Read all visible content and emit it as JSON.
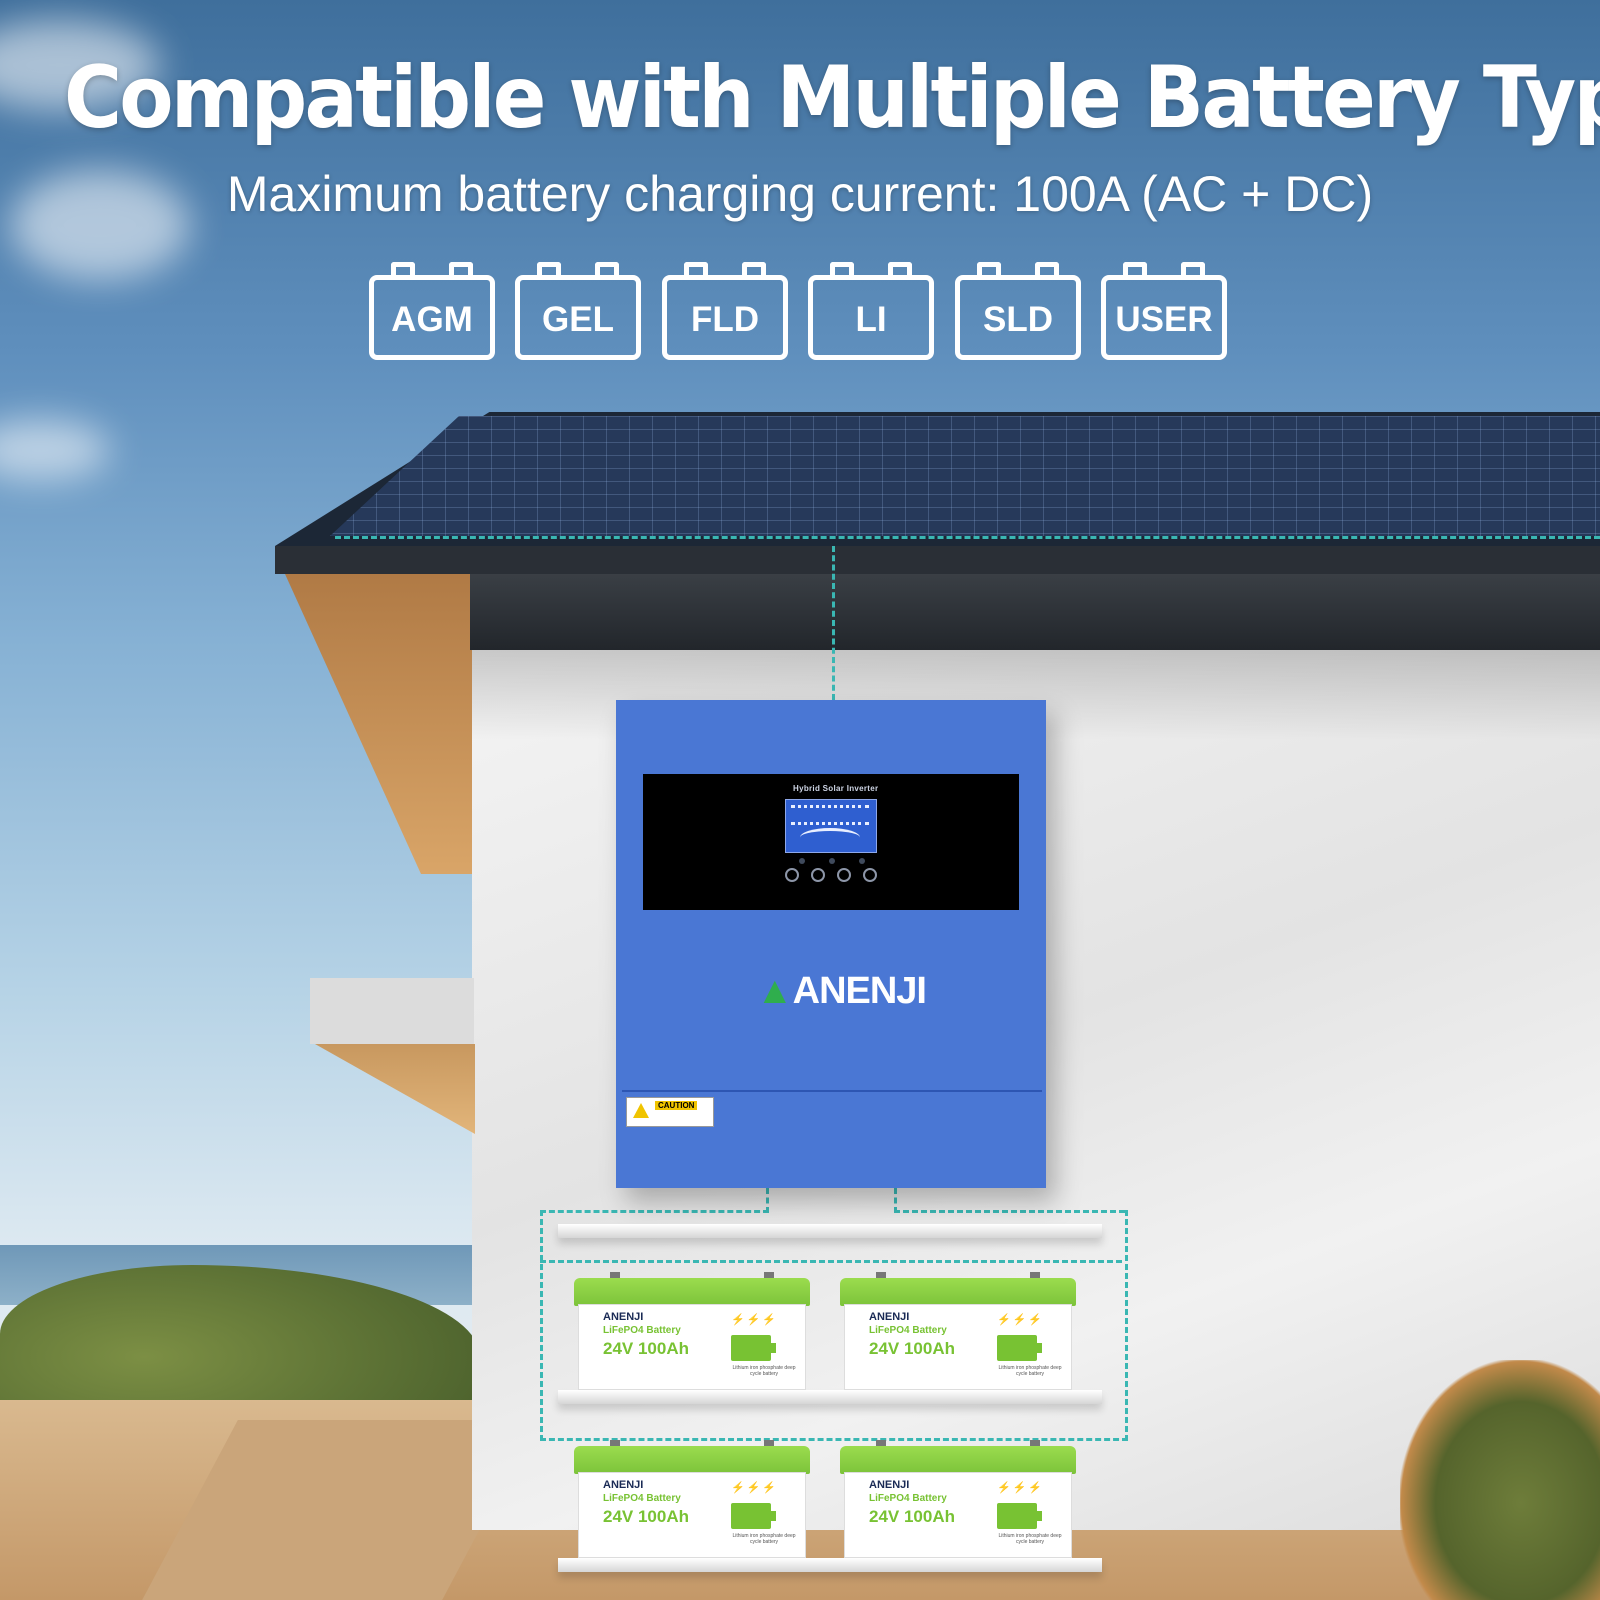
{
  "header": {
    "title": "Compatible with Multiple Battery Types",
    "subtitle": "Maximum battery charging current: 100A (AC + DC)"
  },
  "battery_types": [
    "AGM",
    "GEL",
    "FLD",
    "LI",
    "SLD",
    "USER"
  ],
  "inverter": {
    "display_title": "Hybrid Solar Inverter",
    "brand": "ANENJI",
    "caution_label": "CAUTION"
  },
  "battery_pack": {
    "brand": "ANENJI",
    "type": "LiFePO4 Battery",
    "spec": "24V 100Ah",
    "note": "Lithium iron phosphate deep cycle battery"
  },
  "colors": {
    "inverter_body": "#4a77d4",
    "battery_accent": "#78c233",
    "connector_dash": "#3ab7b3"
  }
}
